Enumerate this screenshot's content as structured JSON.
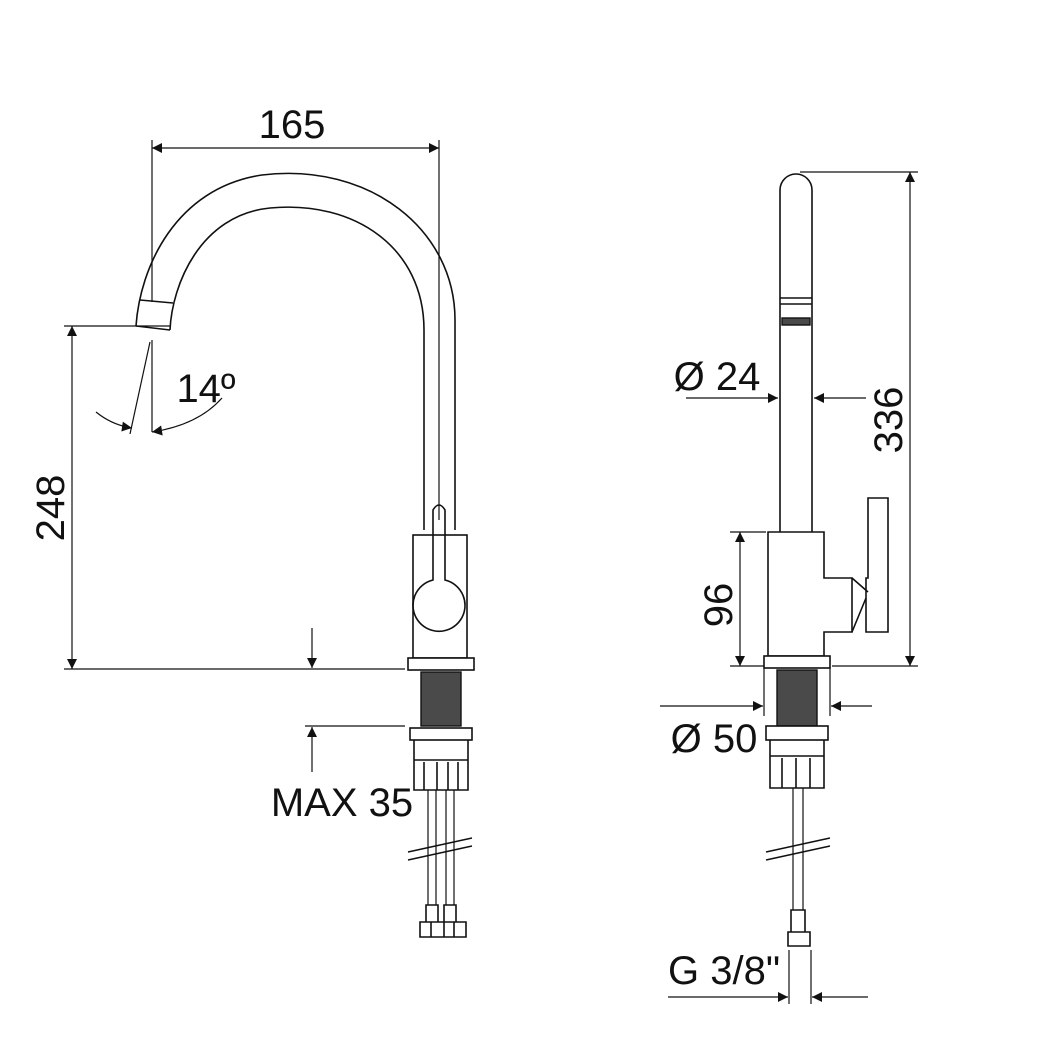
{
  "dimensions": {
    "spout_reach": "165",
    "spout_height": "248",
    "spout_angle": "14º",
    "max_counter_thickness": "MAX 35",
    "spout_diameter": "Ø 24",
    "total_height": "336",
    "body_height": "96",
    "base_diameter": "Ø 50",
    "connection_thread": "G 3/8\""
  }
}
